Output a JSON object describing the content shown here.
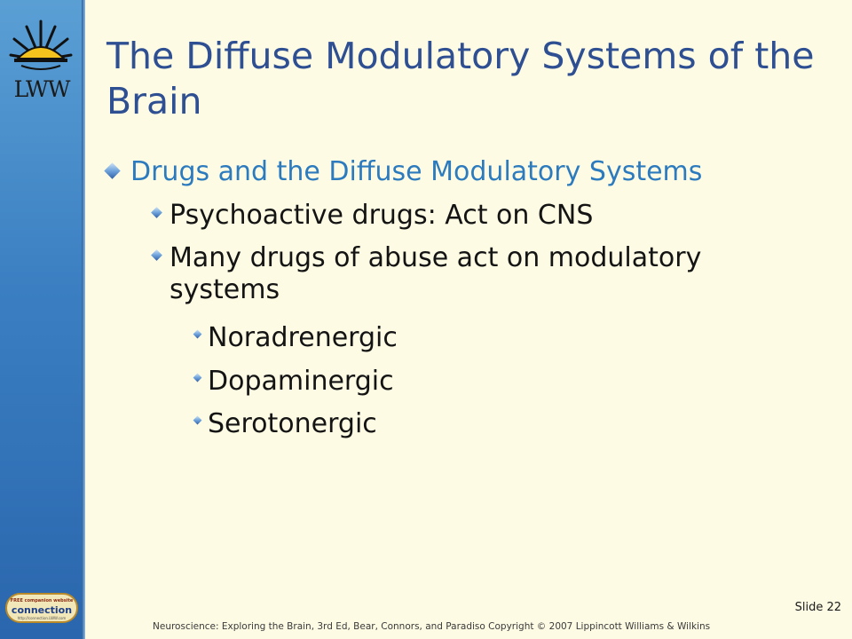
{
  "brand": {
    "logo_text": "LWW",
    "badge_top": "FREE companion website",
    "badge_main": "connection",
    "badge_url": "http://connection.LWW.com"
  },
  "slide": {
    "title": "The Diffuse Modulatory Systems of the Brain",
    "level1": "Drugs and the Diffuse Modulatory Systems",
    "level2": [
      "Psychoactive drugs: Act on CNS",
      "Many drugs of abuse act on modulatory systems"
    ],
    "level3": [
      "Noradrenergic",
      "Dopaminergic",
      "Serotonergic"
    ]
  },
  "footer": {
    "slide_number": "Slide 22",
    "citation": "Neuroscience:  Exploring the Brain,  3rd Ed, Bear,  Connors,  and Paradiso  Copyright  © 2007 Lippincott  Williams  & Wilkins"
  },
  "colors": {
    "sidebar": "#3b7fc2",
    "title": "#2f4f93",
    "level1": "#2d7bbf",
    "background": "#fdfbe3"
  }
}
